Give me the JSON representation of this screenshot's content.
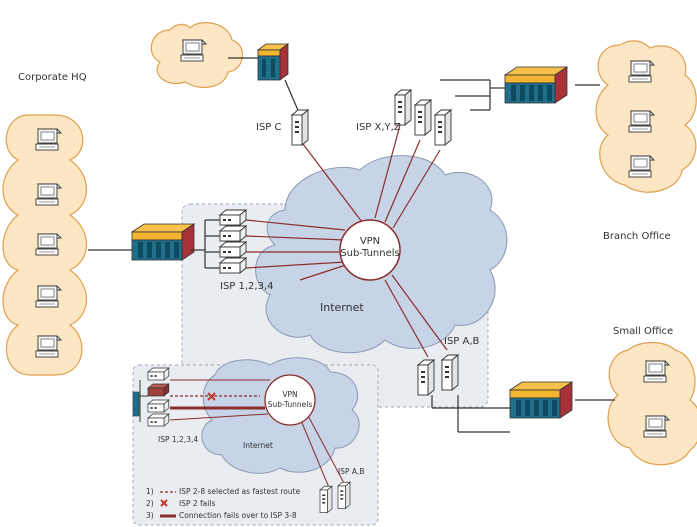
{
  "labels": {
    "corporate_hq": "Corporate HQ",
    "branch_office": "Branch Office",
    "small_office": "Small Office",
    "isp_c": "ISP C",
    "isp_xyz": "ISP X,Y,Z",
    "isp_1234": "ISP 1,2,3,4",
    "isp_ab": "ISP A,B",
    "vpn_line1": "VPN",
    "vpn_line2": "Sub-Tunnels",
    "internet": "Internet"
  },
  "inset": {
    "isp_1234": "ISP 1,2,3,4",
    "isp_ab": "ISP A,B",
    "vpn_line1": "VPN",
    "vpn_line2": "Sub-Tunnels",
    "internet": "Internet",
    "legend": [
      {
        "num": "1)",
        "text": "ISP 2-8 selected as fastest route"
      },
      {
        "num": "2)",
        "text": "ISP 2 fails"
      },
      {
        "num": "3)",
        "text": "Connection fails over to ISP 3-8"
      }
    ]
  },
  "colors": {
    "link": "#8b2e2e",
    "cloud_fill": "#c7d3e6",
    "cloud_stroke": "#8a9ab3",
    "site_fill": "#fde6c4",
    "site_stroke": "#e0a050",
    "panel_fill": "#e9ecf0"
  }
}
